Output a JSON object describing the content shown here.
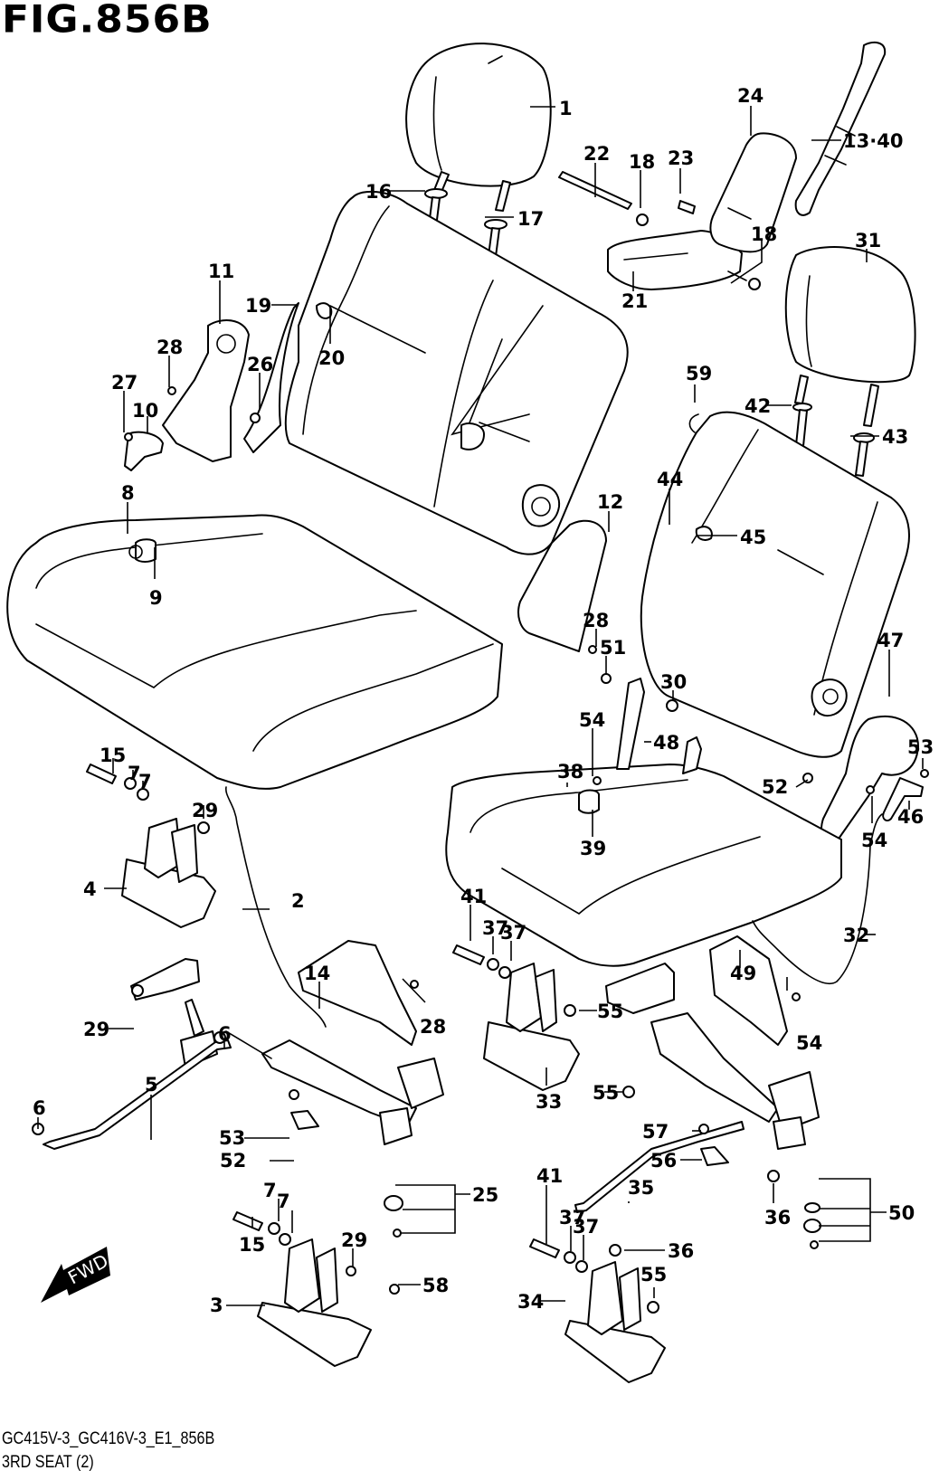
{
  "figure": {
    "title": "FIG.856B",
    "footer_code": "GC415V-3_GC416V-3_E1_856B",
    "footer_name": "3RD SEAT (2)",
    "direction_badge": "FWD"
  },
  "callouts": [
    {
      "id": "c1",
      "label": "1"
    },
    {
      "id": "c2",
      "label": "2"
    },
    {
      "id": "c3",
      "label": "3"
    },
    {
      "id": "c4",
      "label": "4"
    },
    {
      "id": "c5",
      "label": "5"
    },
    {
      "id": "c6a",
      "label": "6"
    },
    {
      "id": "c6b",
      "label": "6"
    },
    {
      "id": "c7a",
      "label": "7"
    },
    {
      "id": "c7b",
      "label": "7"
    },
    {
      "id": "c7c",
      "label": "7"
    },
    {
      "id": "c7d",
      "label": "7"
    },
    {
      "id": "c8",
      "label": "8"
    },
    {
      "id": "c9",
      "label": "9"
    },
    {
      "id": "c10",
      "label": "10"
    },
    {
      "id": "c11",
      "label": "11"
    },
    {
      "id": "c12",
      "label": "12"
    },
    {
      "id": "c13",
      "label": "13·40"
    },
    {
      "id": "c14",
      "label": "14"
    },
    {
      "id": "c15a",
      "label": "15"
    },
    {
      "id": "c15b",
      "label": "15"
    },
    {
      "id": "c16",
      "label": "16"
    },
    {
      "id": "c17",
      "label": "17"
    },
    {
      "id": "c18a",
      "label": "18"
    },
    {
      "id": "c18b",
      "label": "18"
    },
    {
      "id": "c19",
      "label": "19"
    },
    {
      "id": "c20",
      "label": "20"
    },
    {
      "id": "c21",
      "label": "21"
    },
    {
      "id": "c22",
      "label": "22"
    },
    {
      "id": "c23",
      "label": "23"
    },
    {
      "id": "c24",
      "label": "24"
    },
    {
      "id": "c25",
      "label": "25"
    },
    {
      "id": "c26",
      "label": "26"
    },
    {
      "id": "c27",
      "label": "27"
    },
    {
      "id": "c28a",
      "label": "28"
    },
    {
      "id": "c28b",
      "label": "28"
    },
    {
      "id": "c28c",
      "label": "28"
    },
    {
      "id": "c29a",
      "label": "29"
    },
    {
      "id": "c29b",
      "label": "29"
    },
    {
      "id": "c29c",
      "label": "29"
    },
    {
      "id": "c30",
      "label": "30"
    },
    {
      "id": "c31",
      "label": "31"
    },
    {
      "id": "c32",
      "label": "32"
    },
    {
      "id": "c33",
      "label": "33"
    },
    {
      "id": "c34",
      "label": "34"
    },
    {
      "id": "c35",
      "label": "35"
    },
    {
      "id": "c36a",
      "label": "36"
    },
    {
      "id": "c36b",
      "label": "36"
    },
    {
      "id": "c37a",
      "label": "37"
    },
    {
      "id": "c37b",
      "label": "37"
    },
    {
      "id": "c37c",
      "label": "37"
    },
    {
      "id": "c37d",
      "label": "37"
    },
    {
      "id": "c38",
      "label": "38"
    },
    {
      "id": "c39",
      "label": "39"
    },
    {
      "id": "c41a",
      "label": "41"
    },
    {
      "id": "c41b",
      "label": "41"
    },
    {
      "id": "c42",
      "label": "42"
    },
    {
      "id": "c43",
      "label": "43"
    },
    {
      "id": "c44",
      "label": "44"
    },
    {
      "id": "c45",
      "label": "45"
    },
    {
      "id": "c46",
      "label": "46"
    },
    {
      "id": "c47",
      "label": "47"
    },
    {
      "id": "c48",
      "label": "48"
    },
    {
      "id": "c49",
      "label": "49"
    },
    {
      "id": "c50",
      "label": "50"
    },
    {
      "id": "c51",
      "label": "51"
    },
    {
      "id": "c52a",
      "label": "52"
    },
    {
      "id": "c52b",
      "label": "52"
    },
    {
      "id": "c53a",
      "label": "53"
    },
    {
      "id": "c53b",
      "label": "53"
    },
    {
      "id": "c54a",
      "label": "54"
    },
    {
      "id": "c54b",
      "label": "54"
    },
    {
      "id": "c54c",
      "label": "54"
    },
    {
      "id": "c55a",
      "label": "55"
    },
    {
      "id": "c55b",
      "label": "55"
    },
    {
      "id": "c55c",
      "label": "55"
    },
    {
      "id": "c56",
      "label": "56"
    },
    {
      "id": "c57",
      "label": "57"
    },
    {
      "id": "c58",
      "label": "58"
    },
    {
      "id": "c59",
      "label": "59"
    }
  ]
}
